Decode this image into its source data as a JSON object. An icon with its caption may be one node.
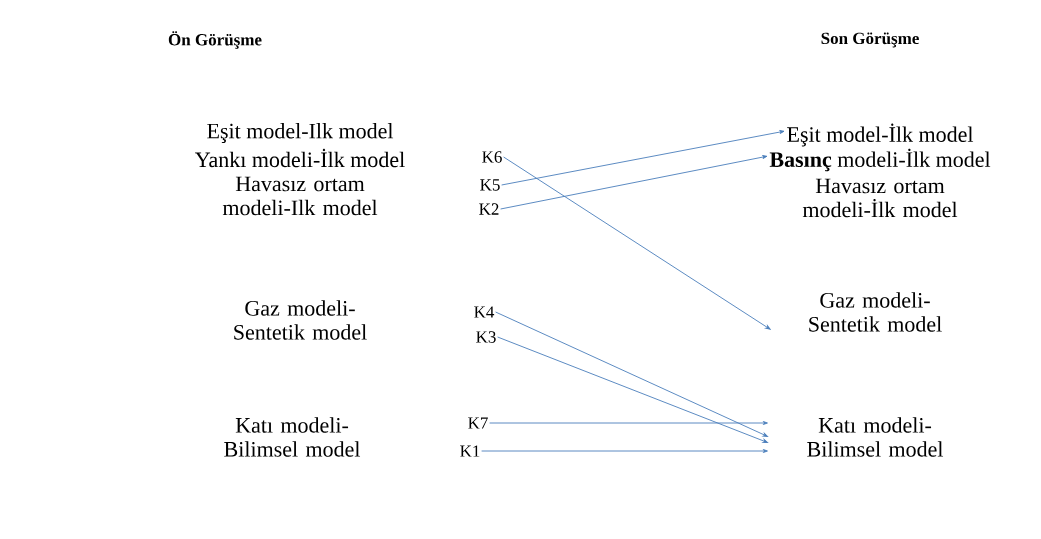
{
  "diagram": {
    "nodes": [
      {
        "text": [
          "Eşit model-Ilk model"
        ]
      },
      {
        "text": [
          "Yankı modeli-İlk model"
        ]
      },
      {
        "text": [
          "K6"
        ]
      },
      {
        "text": [
          "Havasız ortam modeli-Ilk model"
        ]
      },
      {
        "text": [
          "K5"
        ]
      },
      {
        "text": [
          "K2"
        ]
      },
      {
        "text": [
          "Gaz modeli-Sentetik model"
        ]
      },
      {
        "text": [
          "K4"
        ]
      },
      {
        "text": [
          "K3"
        ]
      },
      {
        "text": [
          "Katı modeli-Bilimsel model"
        ]
      },
      {
        "text": [
          "K7"
        ]
      },
      {
        "text": [
          "K1"
        ]
      },
      {
        "text": [
          "Eşit model-İlk model"
        ]
      },
      {
        "text": [
          "**Basınç** modeli-İlk model"
        ]
      },
      {
        "text": [
          "Havasız ortam modeli-İlk model"
        ]
      },
      {
        "text": [
          "Gaz modeli-Sentetik model"
        ]
      },
      {
        "text": [
          "Katı modeli-Bilimsel model"
        ]
      }
    ],
    "edges": [
      {
        "from": 2,
        "to": 15,
        "arrow": "to"
      },
      {
        "from": 4,
        "to": 12,
        "arrow": "to"
      },
      {
        "from": 5,
        "to": 13,
        "arrow": "to"
      },
      {
        "from": 7,
        "to": 16,
        "arrow": "to"
      },
      {
        "from": 8,
        "to": 16,
        "arrow": "to"
      },
      {
        "from": 10,
        "to": 16,
        "arrow": "to"
      },
      {
        "from": 11,
        "to": 16,
        "arrow": "to"
      }
    ],
    "labels": [
      "Ön Görüşme",
      "Son Görüşme"
    ]
  }
}
